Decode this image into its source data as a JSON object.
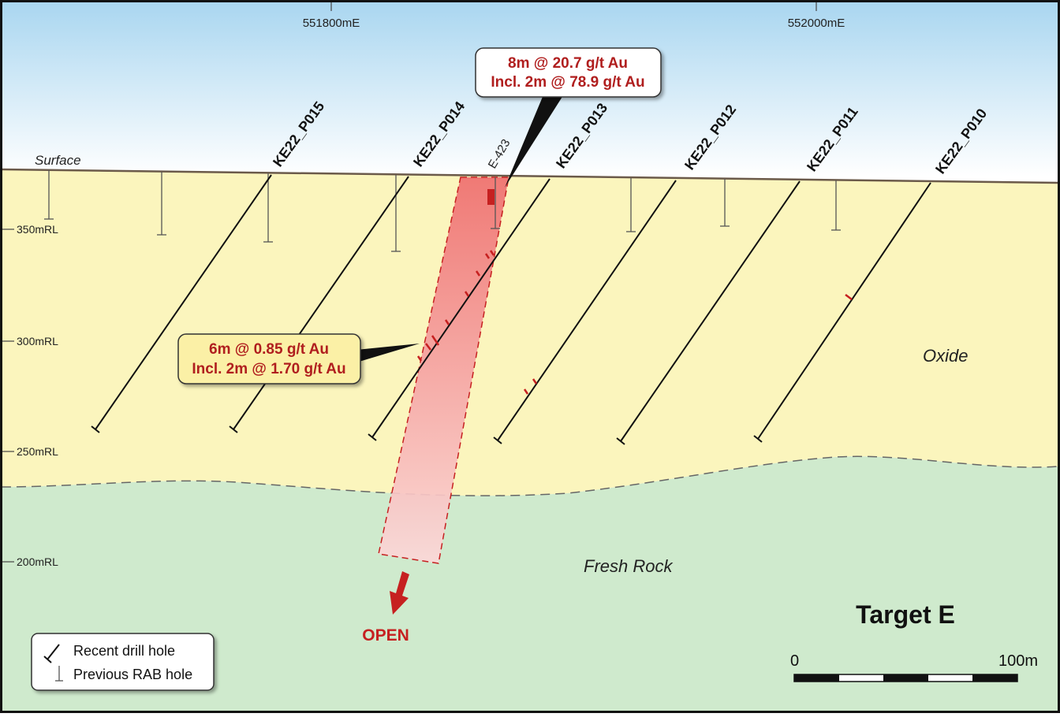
{
  "easting_labels": [
    "551800mE",
    "552000mE"
  ],
  "rl_labels": [
    "350mRL",
    "300mRL",
    "250mRL",
    "200mRL"
  ],
  "surface_label": "Surface",
  "drill_holes": [
    {
      "name": "KE22_P015",
      "type": "recent"
    },
    {
      "name": "KE22_P014",
      "type": "recent"
    },
    {
      "name": "E-423",
      "type": "previous"
    },
    {
      "name": "KE22_P013",
      "type": "recent"
    },
    {
      "name": "KE22_P012",
      "type": "recent"
    },
    {
      "name": "KE22_P011",
      "type": "recent"
    },
    {
      "name": "KE22_P010",
      "type": "recent"
    }
  ],
  "zones": {
    "oxide": "Oxide",
    "fresh": "Fresh Rock"
  },
  "callouts": {
    "upper": {
      "line1": "8m @ 20.7 g/t Au",
      "line2": "Incl. 2m @ 78.9 g/t Au"
    },
    "lower": {
      "line1": "6m @ 0.85 g/t Au",
      "line2": "Incl. 2m @ 1.70 g/t Au"
    }
  },
  "open_label": "OPEN",
  "title": "Target E",
  "legend": {
    "recent": "Recent drill hole",
    "previous": "Previous RAB hole"
  },
  "scale": {
    "start": "0",
    "end": "100m"
  },
  "colors": {
    "sky_top": "#a9d6f0",
    "oxide": "#fbf5bd",
    "fresh_rock": "#cfeacd",
    "mineral_zone": "#f07c7c",
    "accent_red": "#c62020",
    "callout_upper_bg": "#ffffff",
    "callout_lower_bg": "#fbf0a6"
  }
}
